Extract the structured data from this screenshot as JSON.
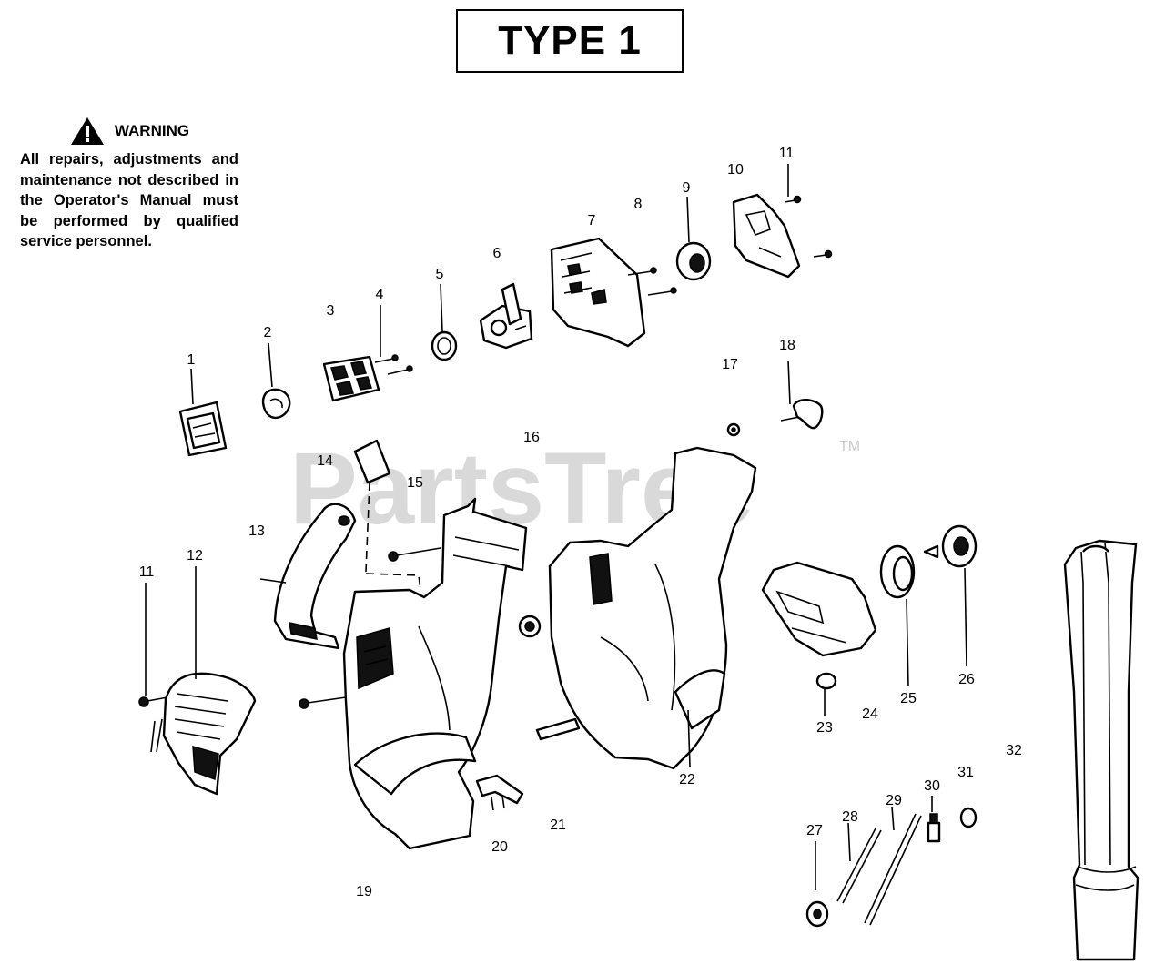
{
  "title": "TYPE 1",
  "warning": {
    "heading": "WARNING",
    "text": "All repairs, adjustments and maintenance not described in the Operator's Manual must be performed by qualified service personnel."
  },
  "watermark": {
    "text": "PartsTree",
    "trademark": "TM"
  },
  "callouts": {
    "c1": "1",
    "c2": "2",
    "c3": "3",
    "c4": "4",
    "c5": "5",
    "c6": "6",
    "c7": "7",
    "c8": "8",
    "c9": "9",
    "c10": "10",
    "c11a": "11",
    "c11b": "11",
    "c12": "12",
    "c13": "13",
    "c14": "14",
    "c15": "15",
    "c16": "16",
    "c17": "17",
    "c18": "18",
    "c19": "19",
    "c20": "20",
    "c21": "21",
    "c22": "22",
    "c23": "23",
    "c24": "24",
    "c25": "25",
    "c26": "26",
    "c27": "27",
    "c28": "28",
    "c29": "29",
    "c30": "30",
    "c31": "31",
    "c32": "32"
  }
}
